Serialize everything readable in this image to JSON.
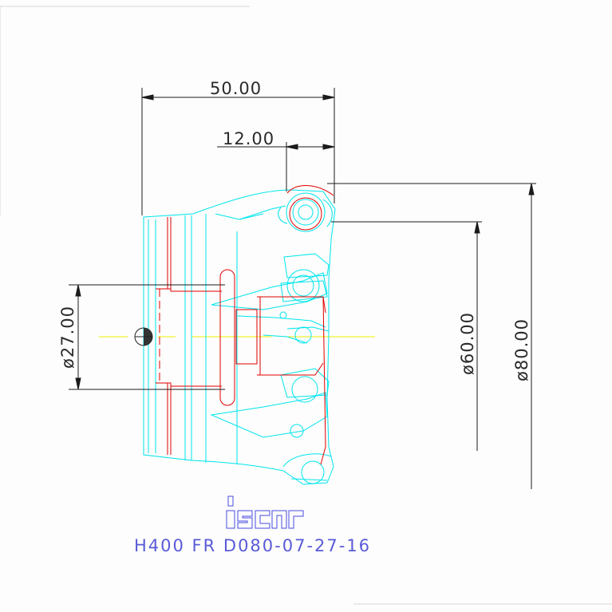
{
  "dimensions": {
    "overall_length": "50.00",
    "insert_width": "12.00",
    "bore_diameter": "ø27.00",
    "inner_diameter": "ø60.00",
    "outer_diameter": "ø80.00"
  },
  "title": "H400 FR D080-07-27-16",
  "colors": {
    "background": "#fcfdfc",
    "body_outline": "#00e5ee",
    "hidden_lines": "#e00000",
    "dimension_lines": "#1a1a1a",
    "center_line": "#f0f000",
    "title": "#5a5ad8",
    "logo": "#4a4ae0"
  },
  "logo": {
    "name": "iscar-logo",
    "text": "iscar"
  }
}
